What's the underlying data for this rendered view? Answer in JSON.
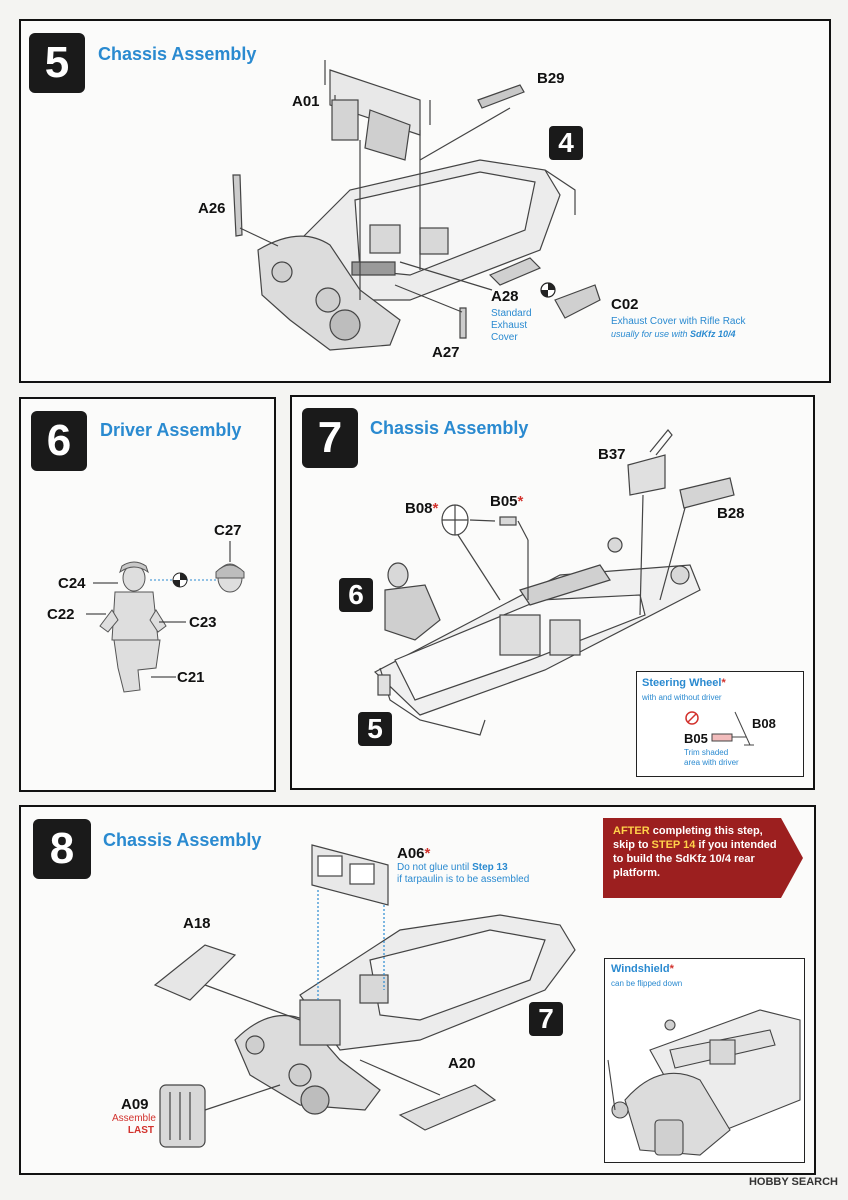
{
  "step5": {
    "number": "5",
    "title": "Chassis Assembly",
    "parts": {
      "a01": "A01",
      "b29": "B29",
      "a26": "A26",
      "a28": "A28",
      "c02": "C02",
      "a27": "A27"
    },
    "ref": "4",
    "a28_note": [
      "Standard",
      "Exhaust",
      "Cover"
    ],
    "c02_note": "Exhaust Cover with Rifle Rack",
    "c02_note2_prefix": "usually for use with ",
    "c02_note2_bold": "SdKfz 10/4"
  },
  "step6": {
    "number": "6",
    "title": "Driver Assembly",
    "parts": {
      "c27": "C27",
      "c24": "C24",
      "c22": "C22",
      "c23": "C23",
      "c21": "C21"
    }
  },
  "step7": {
    "number": "7",
    "title": "Chassis Assembly",
    "parts": {
      "b37": "B37",
      "b08": "B08",
      "b05": "B05",
      "b28": "B28"
    },
    "asterisk": "*",
    "ref_a": "6",
    "ref_b": "5",
    "steering_box": {
      "title": "Steering Wheel",
      "subtitle": "with and without driver",
      "b05": "B05",
      "b08": "B08",
      "trim_note": [
        "Trim shaded",
        "area with driver"
      ]
    }
  },
  "step8": {
    "number": "8",
    "title": "Chassis Assembly",
    "parts": {
      "a06": "A06",
      "a18": "A18",
      "a20": "A20",
      "a09": "A09"
    },
    "asterisk": "*",
    "a06_note_prefix": "Do not glue until ",
    "a06_note_bold": "Step 13",
    "a06_note_line2": "if tarpaulin is to be assembled",
    "a09_note": [
      "Assemble",
      "LAST"
    ],
    "ref": "7",
    "callout": {
      "w1": "AFTER",
      "t1": " completing this step,",
      "t2": "skip to ",
      "w2": "STEP 14",
      "t3": " if you intended",
      "t4": "to build the ",
      "w3": "SdKfz 10/4",
      "t5": " rear",
      "t6": "platform."
    },
    "windshield": {
      "title": "Windshield",
      "subtitle": "can be flipped down"
    }
  },
  "footer": "HOBBY SEARCH",
  "colors": {
    "accent": "#2a8ad0",
    "asterisk": "#d2322d",
    "callout": "#9c1f1f"
  }
}
